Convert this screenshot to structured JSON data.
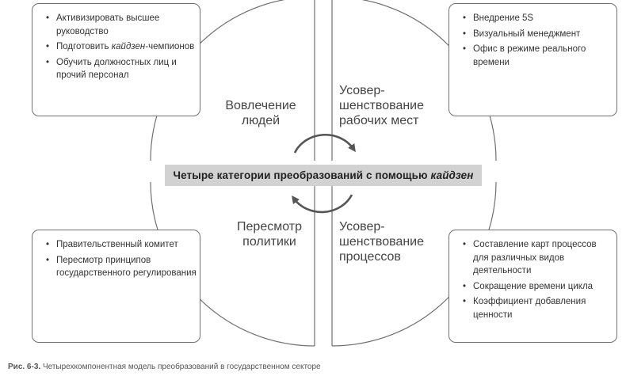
{
  "center_title": {
    "prefix": "Четыре категории преобразований с помощью ",
    "emphasis": "кайдзен"
  },
  "quadrants": {
    "top_left": {
      "label": [
        "Вовлечение",
        "людей"
      ],
      "items": [
        [
          {
            "t": "Активизировать высшее руководство"
          }
        ],
        [
          {
            "t": "Подготовить "
          },
          {
            "t": "кайдзен",
            "i": true
          },
          {
            "t": "-чемпионов"
          }
        ],
        [
          {
            "t": "Обучить должностных лиц и прочий персонал"
          }
        ]
      ]
    },
    "top_right": {
      "label": [
        "Усовер-",
        "шенствование",
        "рабочих мест"
      ],
      "items": [
        [
          {
            "t": "Внедрение 5S"
          }
        ],
        [
          {
            "t": "Визуальный менеджмент"
          }
        ],
        [
          {
            "t": "Офис в режиме реального времени"
          }
        ]
      ]
    },
    "bottom_left": {
      "label": [
        "Пересмотр",
        "политики"
      ],
      "items": [
        [
          {
            "t": "Правительственный комитет"
          }
        ],
        [
          {
            "t": "Пересмотр принципов государственного регулирования"
          }
        ]
      ]
    },
    "bottom_right": {
      "label": [
        "Усовер-",
        "шенствование",
        "процессов"
      ],
      "items": [
        [
          {
            "t": "Составление карт процессов для различных видов деятельности"
          }
        ],
        [
          {
            "t": "Сокращение времени цикла"
          }
        ],
        [
          {
            "t": "Коэффициент добавления ценности"
          }
        ]
      ]
    }
  },
  "caption": {
    "prefix": "Рис. 6-3.",
    "text": " Четырехкомпонентная модель преобразований в государственном секторе"
  },
  "bullet_char": "•",
  "colors": {
    "line": "#707070",
    "banner": "#d2d2d2",
    "text": "#3c3c3c"
  }
}
